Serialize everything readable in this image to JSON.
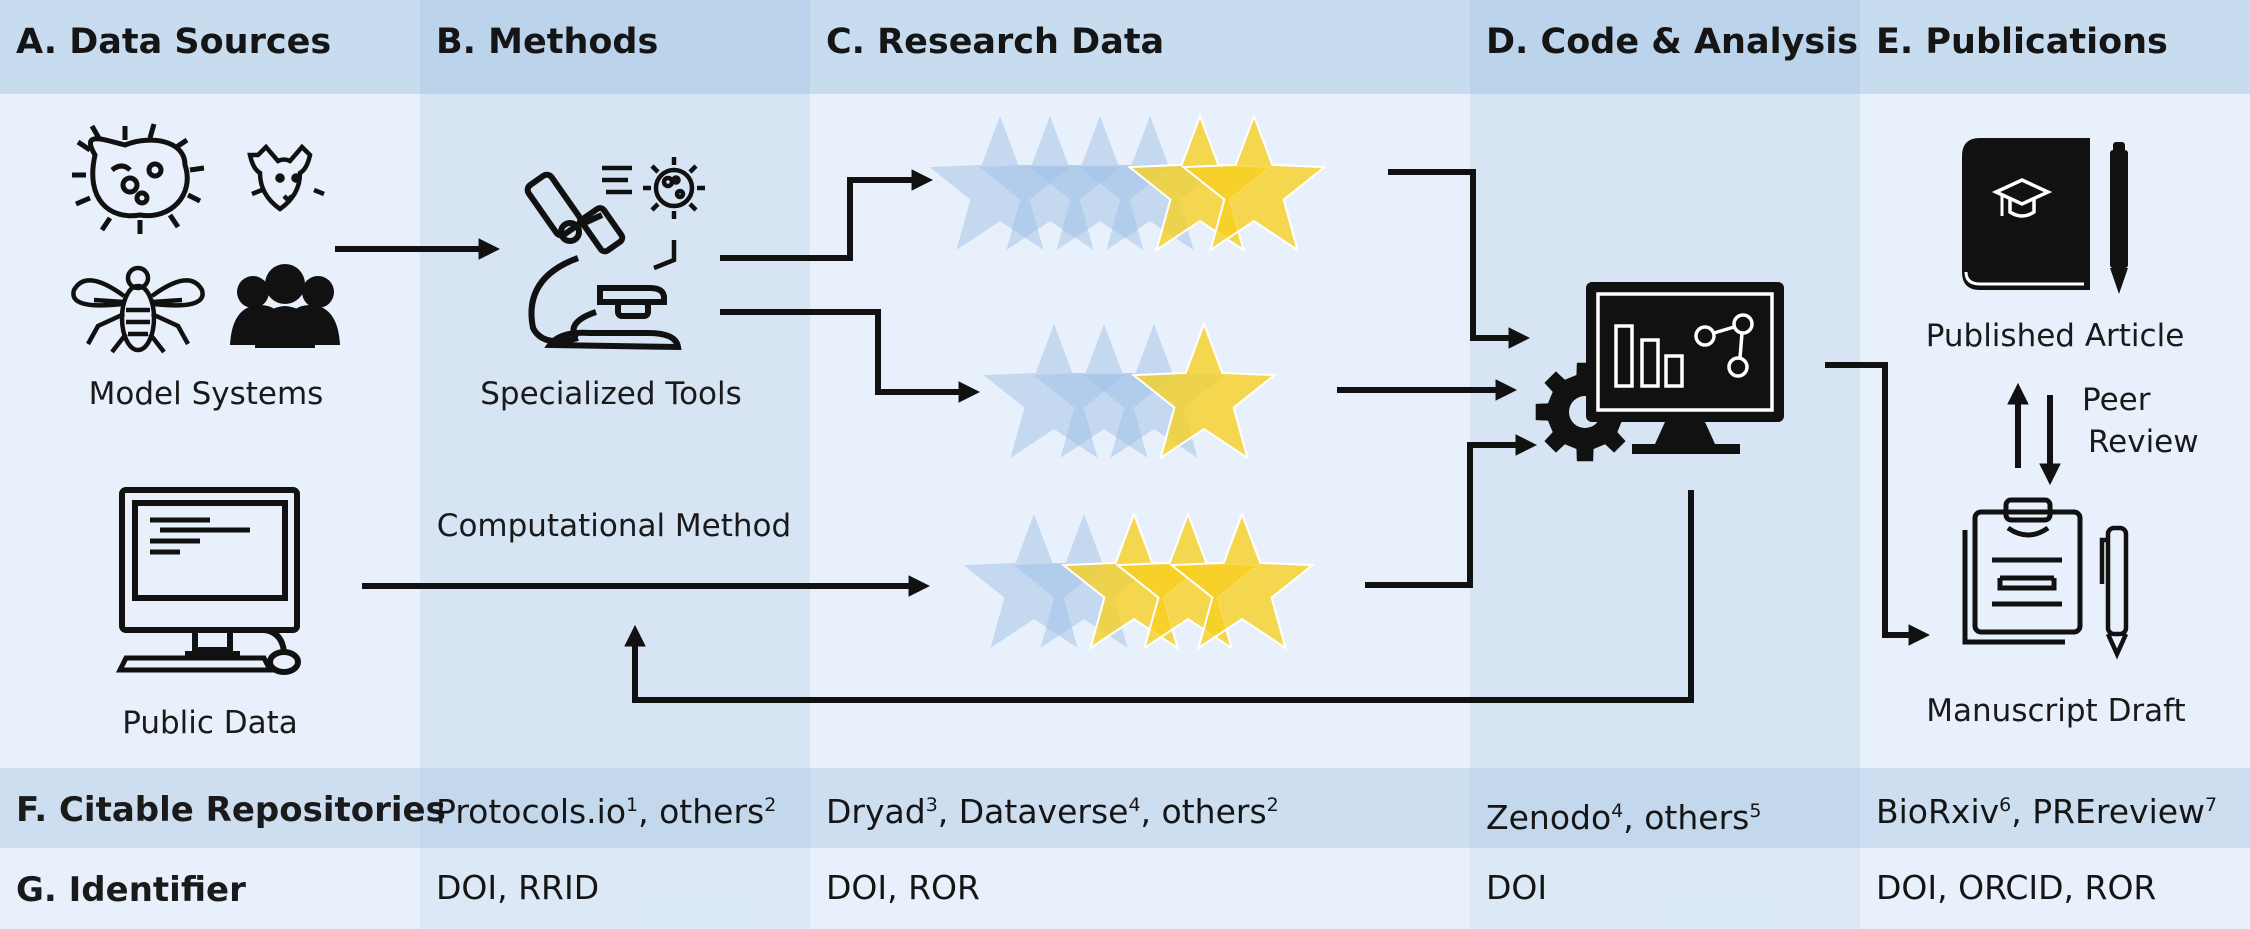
{
  "colors": {
    "light_bg": "#e8f1fb",
    "shaded_bg": "#d6e4f3",
    "header_bg": "#c6daee",
    "band_bg": "#c6daee",
    "star_blue": "#9fc0e6",
    "star_yellow": "#f7cf1f",
    "ink": "#111111"
  },
  "headers": {
    "a": "A. Data Sources",
    "b": "B. Methods",
    "c": "C. Research Data",
    "d": "D. Code & Analysis",
    "e": "E. Publications"
  },
  "labels": {
    "model_systems": "Model Systems",
    "specialized_tools": "Specialized Tools",
    "computational_method": "Computational Method",
    "public_data": "Public Data",
    "published_article": "Published Article",
    "peer_review_line1": "Peer",
    "peer_review_line2": "Review",
    "manuscript_draft": "Manuscript Draft"
  },
  "rows": {
    "repositories": {
      "label": "F. Citable Repositories",
      "b": [
        {
          "text": "Protocols.io",
          "sup": "1"
        },
        {
          "text": ", others",
          "sup": "2"
        }
      ],
      "c": [
        {
          "text": "Dryad",
          "sup": "3"
        },
        {
          "text": ", Dataverse",
          "sup": "4"
        },
        {
          "text": ", others",
          "sup": "2"
        }
      ],
      "d": [
        {
          "text": "Zenodo",
          "sup": "4"
        },
        {
          "text": ", others",
          "sup": "5"
        }
      ],
      "e": [
        {
          "text": "BioRxiv",
          "sup": "6"
        },
        {
          "text": ", PREreview",
          "sup": "7"
        }
      ]
    },
    "identifier": {
      "label": "G. Identifier",
      "b": "DOI, RRID",
      "c": "DOI, ROR",
      "d": "DOI",
      "e": "DOI, ORCID, ROR"
    }
  },
  "icons": {
    "bacterium": "bacterium-icon",
    "mouse": "mouse-icon",
    "fly": "fly-icon",
    "people": "people-icon",
    "microscope": "microscope-icon",
    "virus": "virus-icon",
    "public_computer": "computer-icon",
    "analysis_monitor": "analysis-monitor-icon",
    "gear": "gear-icon",
    "book": "book-icon",
    "pencil": "pencil-icon",
    "clipboard": "clipboard-icon",
    "pen": "pen-icon"
  },
  "star_rows": [
    {
      "blue": 4,
      "yellow": 2
    },
    {
      "blue": 3,
      "yellow": 1
    },
    {
      "blue": 2,
      "yellow": 3
    }
  ]
}
